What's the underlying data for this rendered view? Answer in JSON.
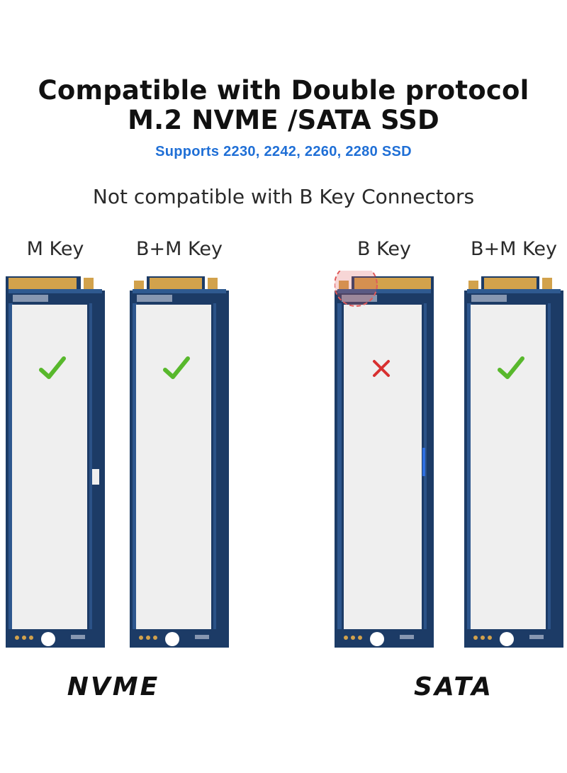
{
  "header": {
    "title_line1": "Compatible with Double protocol",
    "title_line2": "M.2 NVME /SATA SSD",
    "supports": "Supports 2230, 2242, 2260, 2280 SSD",
    "not_compatible": "Not compatible with B Key Connectors"
  },
  "cards": [
    {
      "key_label": "M Key",
      "status": "check-icon"
    },
    {
      "key_label": "B+M Key",
      "status": "check-icon"
    },
    {
      "key_label": "B Key",
      "status": "cross-icon"
    },
    {
      "key_label": "B+M Key",
      "status": "check-icon"
    }
  ],
  "groups": {
    "nvme": "NVME",
    "sata": "SATA"
  },
  "colors": {
    "pcb": "#1c3b66",
    "label": "#efefef",
    "gold": "#d2a24c",
    "check": "#58b82c",
    "cross": "#d83030",
    "subtitle": "#1f6fd6",
    "highlight": "#e05a5a"
  }
}
